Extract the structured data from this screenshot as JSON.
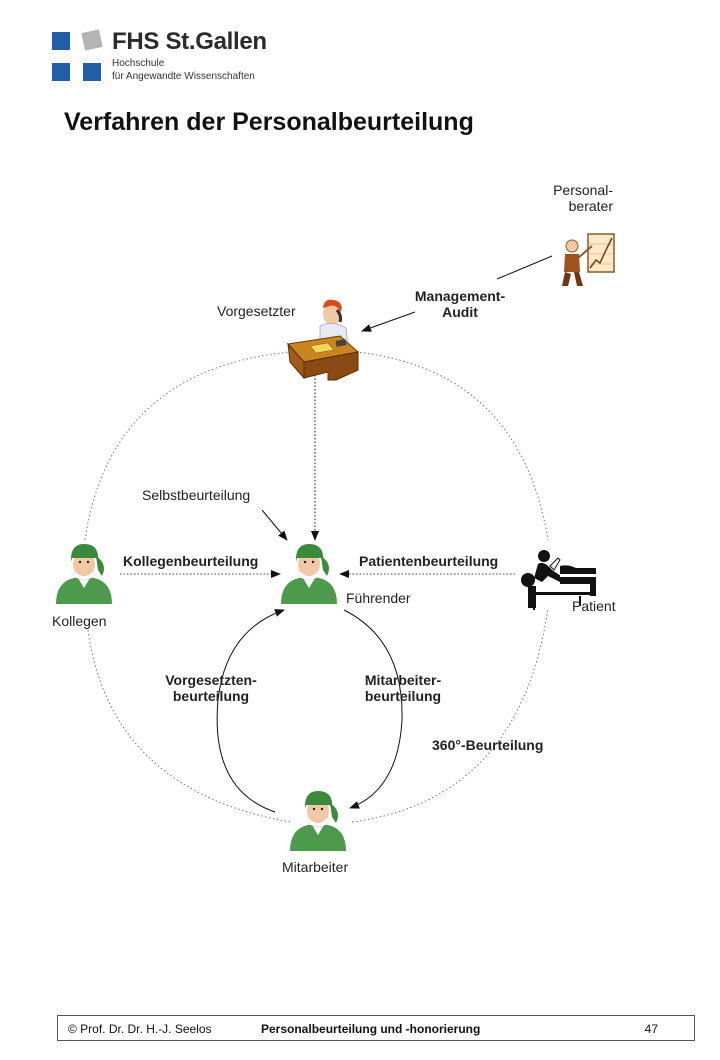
{
  "logo": {
    "name": "FHS St.Gallen",
    "line1": "Hochschule",
    "line2": "für Angewandte Wissenschaften",
    "colors": {
      "blue": "#1f5fa8",
      "gray": "#b4b4b4"
    }
  },
  "title": "Verfahren der Personalbeurteilung",
  "nodes": {
    "personalberater": {
      "line1": "Personal-",
      "line2": "berater",
      "icon": "consultant-chart-icon"
    },
    "vorgesetzter": {
      "label": "Vorgesetzter",
      "icon": "manager-desk-phone-icon"
    },
    "fuehrender": {
      "label": "Führender",
      "icon": "surgeon-icon"
    },
    "kollegen": {
      "label": "Kollegen",
      "icon": "surgeon-icon"
    },
    "patient": {
      "label": "Patient",
      "icon": "patient-bed-icon"
    },
    "mitarbeiter": {
      "label": "Mitarbeiter",
      "icon": "surgeon-icon"
    }
  },
  "edges": {
    "management_audit": {
      "line1": "Management-",
      "line2": "Audit"
    },
    "selbstbeurteilung": "Selbstbeurteilung",
    "kollegenbeurteilung": "Kollegenbeurteilung",
    "patientenbeurteilung": "Patientenbeurteilung",
    "vorgesetztenbeurteilung": {
      "line1": "Vorgesetzten-",
      "line2": "beurteilung"
    },
    "mitarbeiterbeurteilung": {
      "line1": "Mitarbeiter-",
      "line2": "beurteilung"
    },
    "rundum": "360°-Beurteilung"
  },
  "footer": {
    "author": "© Prof. Dr. Dr. H.-J. Seelos",
    "topic": "Personalbeurteilung und -honorierung",
    "page": "47"
  }
}
